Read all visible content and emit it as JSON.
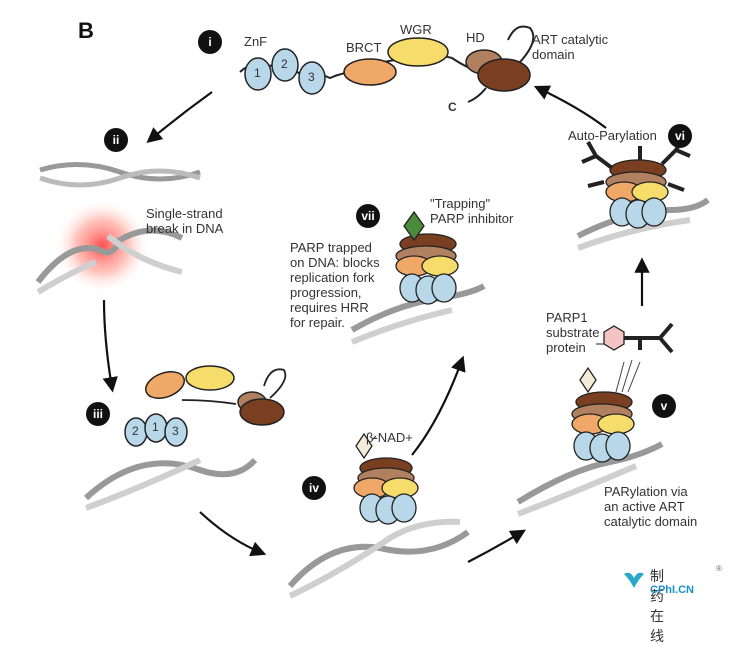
{
  "panel_letter": "B",
  "steps": {
    "i": "i",
    "ii": "ii",
    "iii": "iii",
    "iv": "iv",
    "v": "v",
    "vi": "vi",
    "vii": "vii"
  },
  "domains": {
    "znf": "ZnF",
    "brct": "BRCT",
    "wgr": "WGR",
    "hd": "HD",
    "art": "ART catalytic\ndomain",
    "c_term": "C",
    "zn1": "1",
    "zn2": "2",
    "zn3": "3"
  },
  "labels": {
    "ssb": "Single-strand\nbreak in DNA",
    "nad": "β-NAD+",
    "trapping": "\"Trapping\"\nPARP inhibitor",
    "trapped": "PARP trapped\non DNA: blocks\nreplication fork\nprogression,\nrequires HRR\nfor repair.",
    "substrate": "PARP1\nsubstrate\nprotein",
    "parylation": "PARylation via\nan active ART\ncatalytic domain",
    "auto": "Auto-Parylation"
  },
  "watermark": {
    "cn": "制药在线",
    "en": "CPhI.CN",
    "reg": "®"
  },
  "colors": {
    "znf": "#b8d8ea",
    "brct": "#f0a868",
    "wgr": "#f6dc6a",
    "hd": "#b08060",
    "art": "#7a3e20",
    "dna": "#d0d0d0",
    "inhibitor": "#4a8a3a",
    "substrate": "#f4c4c4",
    "break_glow": "#ff4c4c"
  }
}
